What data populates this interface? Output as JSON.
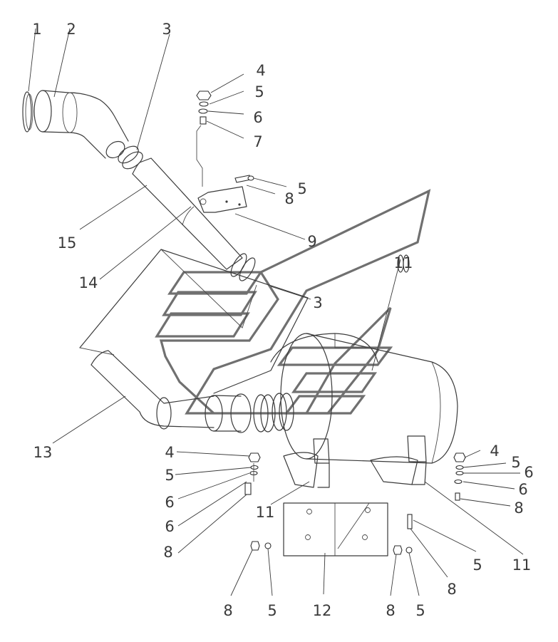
{
  "callouts": {
    "n1": "1",
    "n2": "2",
    "n3a": "3",
    "n4a": "4",
    "n5a": "5",
    "n6a": "6",
    "n7": "7",
    "n5b": "5",
    "n8a": "8",
    "n15": "15",
    "n9": "9",
    "n14": "14",
    "n11a": "11",
    "n3b": "3",
    "n13": "13",
    "n4b": "4",
    "n5c": "5",
    "n6b": "6",
    "n6c": "6",
    "n8b": "8",
    "n4c": "4",
    "n5d": "5",
    "n6d": "6",
    "n6e": "6",
    "n8c": "8",
    "n11b": "11",
    "n11c": "11",
    "n5e": "5",
    "n8d": "8",
    "n8e": "8",
    "n5f": "5",
    "n12": "12",
    "n8f": "8",
    "n5g": "5"
  }
}
